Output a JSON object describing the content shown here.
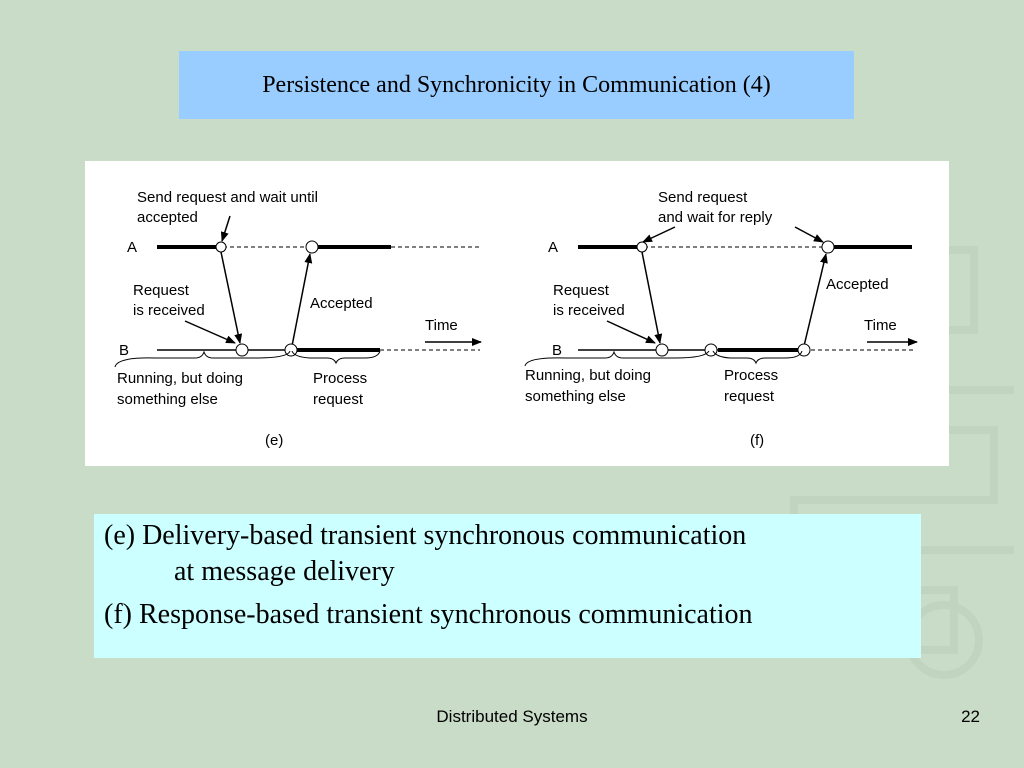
{
  "slide": {
    "title": "Persistence and Synchronicity in Communication (4)",
    "footer": "Distributed Systems",
    "page_number": "22"
  },
  "colors": {
    "background": "#c9dcc7",
    "title_box": "#99ccff",
    "caption_box": "#ccffff",
    "diagram_panel": "#ffffff"
  },
  "diagram_e": {
    "send_note_line1": "Send request and wait until",
    "send_note_line2": "accepted",
    "process_a": "A",
    "process_b": "B",
    "request_received_line1": "Request",
    "request_received_line2": "is received",
    "accepted": "Accepted",
    "time": "Time",
    "running_line1": "Running, but  doing",
    "running_line2": "something else",
    "process_line1": "Process",
    "process_line2": "request",
    "label": "(e)"
  },
  "diagram_f": {
    "send_note_line1": "Send request",
    "send_note_line2": "and wait for reply",
    "process_a": "A",
    "process_b": "B",
    "request_received_line1": "Request",
    "request_received_line2": "is received",
    "accepted": "Accepted",
    "time": "Time",
    "running_line1": "Running, but  doing",
    "running_line2": "something else",
    "process_line1": "Process",
    "process_line2": "request",
    "label": "(f)"
  },
  "captions": {
    "e_line1": "(e) Delivery-based transient synchronous communication",
    "e_line2": "at message delivery",
    "f_line1": "(f) Response-based transient synchronous communication"
  }
}
